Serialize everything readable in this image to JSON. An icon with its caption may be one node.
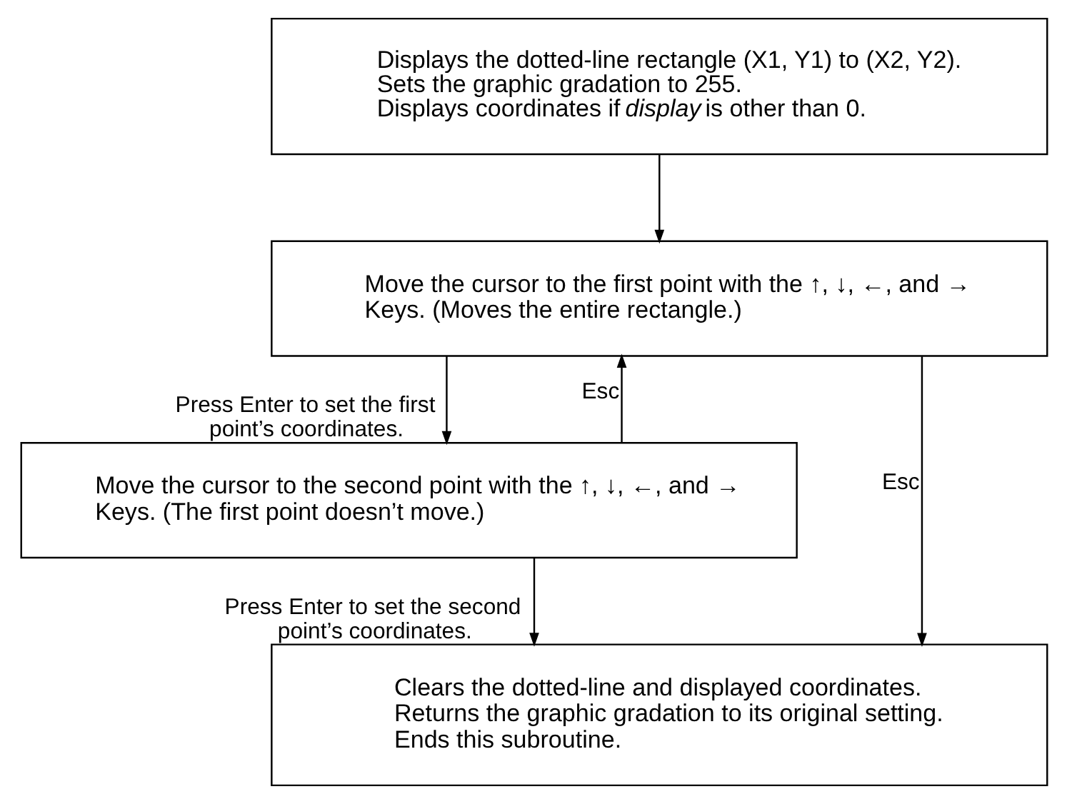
{
  "diagram": {
    "nodes": [
      {
        "text": [
          "Displays the dotted-line rectangle (X1, Y1) to (X2, Y2).",
          "Sets the graphic gradation to 255.",
          "Displays coordinates if *display* is other than 0."
        ]
      },
      {
        "text": [
          "Move the cursor to the first point with the ↑, ↓, ←, and → Keys. (Moves the entire rectangle.)"
        ]
      },
      {
        "text": [
          "Move the cursor to the second point with the ↑, ↓, ←, and → Keys. (The first point doesn’t move.)"
        ]
      },
      {
        "text": [
          "Clears the dotted-line and displayed coordinates.",
          "Returns the graphic gradation to its original setting.",
          "Ends this subroutine."
        ]
      }
    ],
    "edges": [
      {
        "from": 0,
        "to": 1,
        "arrow": "to"
      },
      {
        "from": 1,
        "to": 3,
        "arrow": "to",
        "label": "Esc"
      },
      {
        "from": 2,
        "to": 1,
        "arrow": "to",
        "label": "Esc"
      },
      {
        "from": 1,
        "to": 2,
        "arrow": "to",
        "label": "Press Enter to set the first point’s coordinates."
      },
      {
        "from": 2,
        "to": 3,
        "arrow": "to",
        "label": "Press Enter to set the second point’s coordinates."
      }
    ]
  }
}
